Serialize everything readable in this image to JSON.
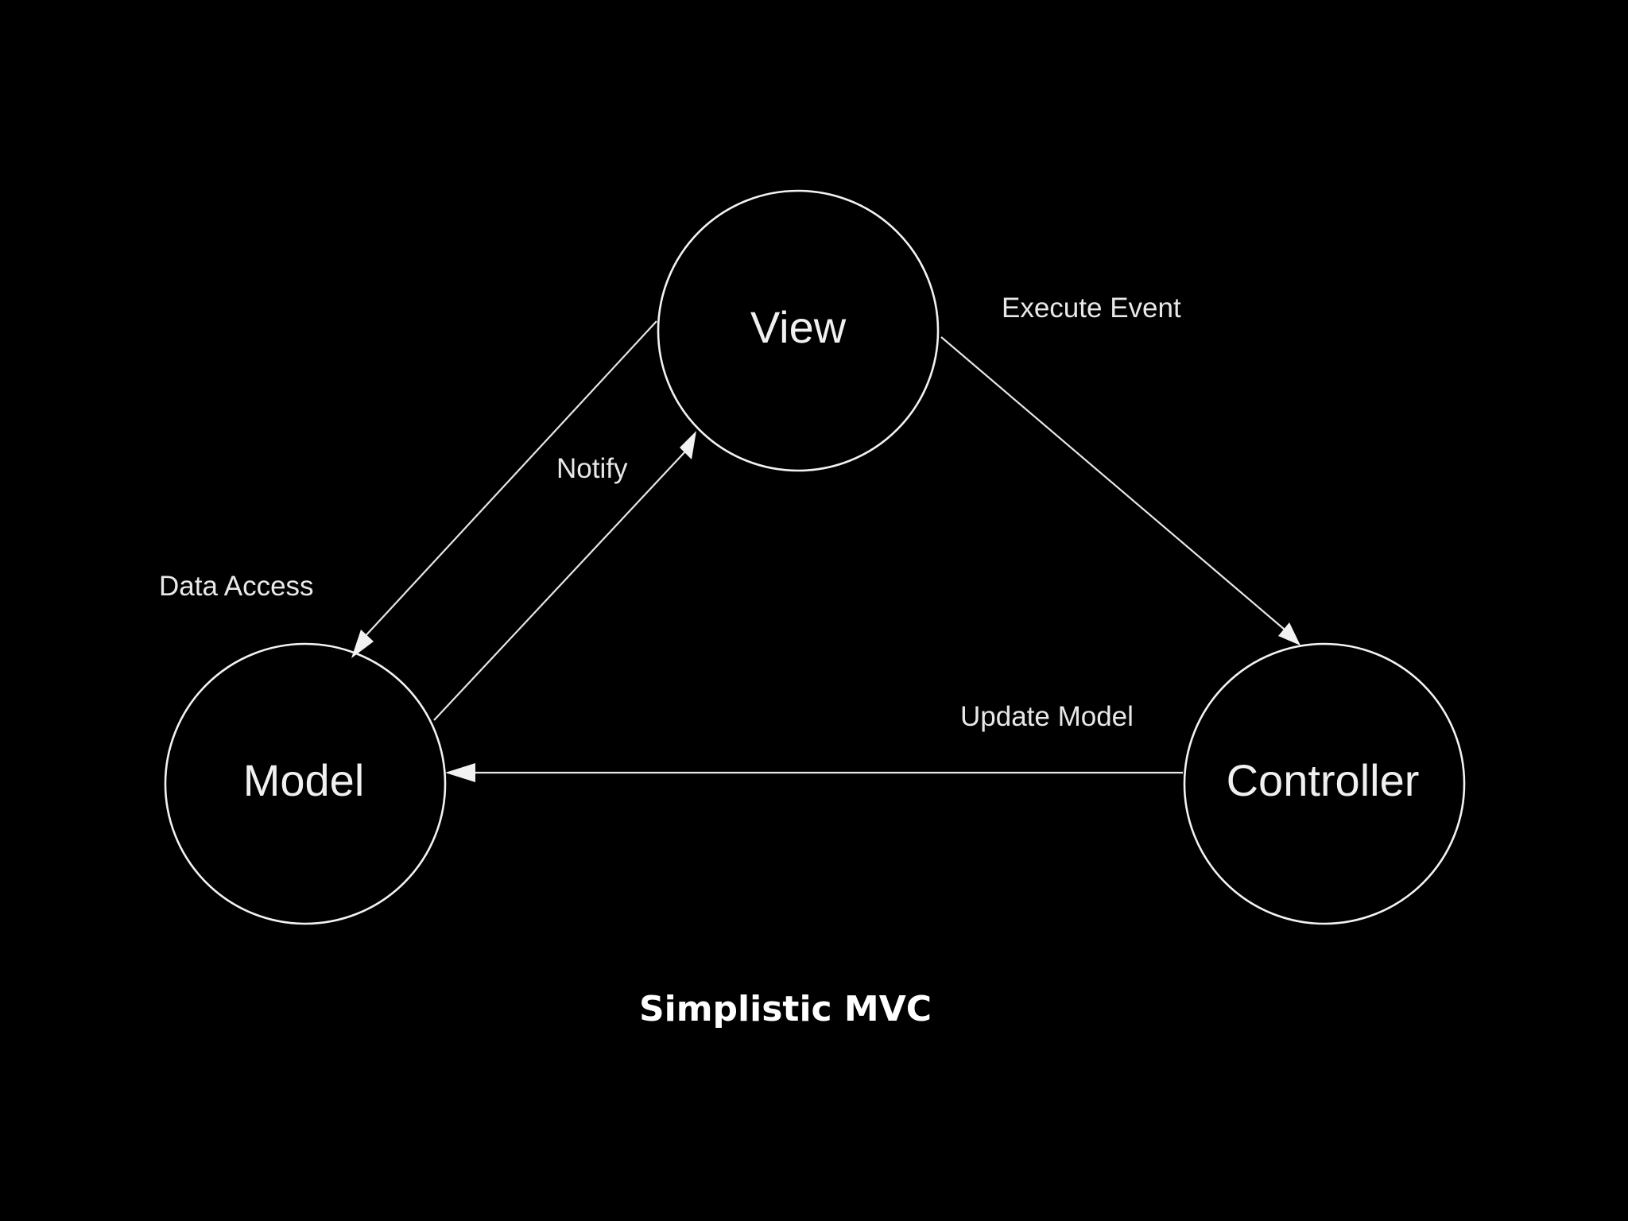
{
  "nodes": {
    "view": "View",
    "model": "Model",
    "controller": "Controller"
  },
  "edges": {
    "data_access": "Data Access",
    "notify": "Notify",
    "execute_event": "Execute Event",
    "update_model": "Update Model"
  },
  "caption": "Simplistic MVC",
  "colors": {
    "background": "#000000",
    "foreground": "#f2f2f2"
  }
}
